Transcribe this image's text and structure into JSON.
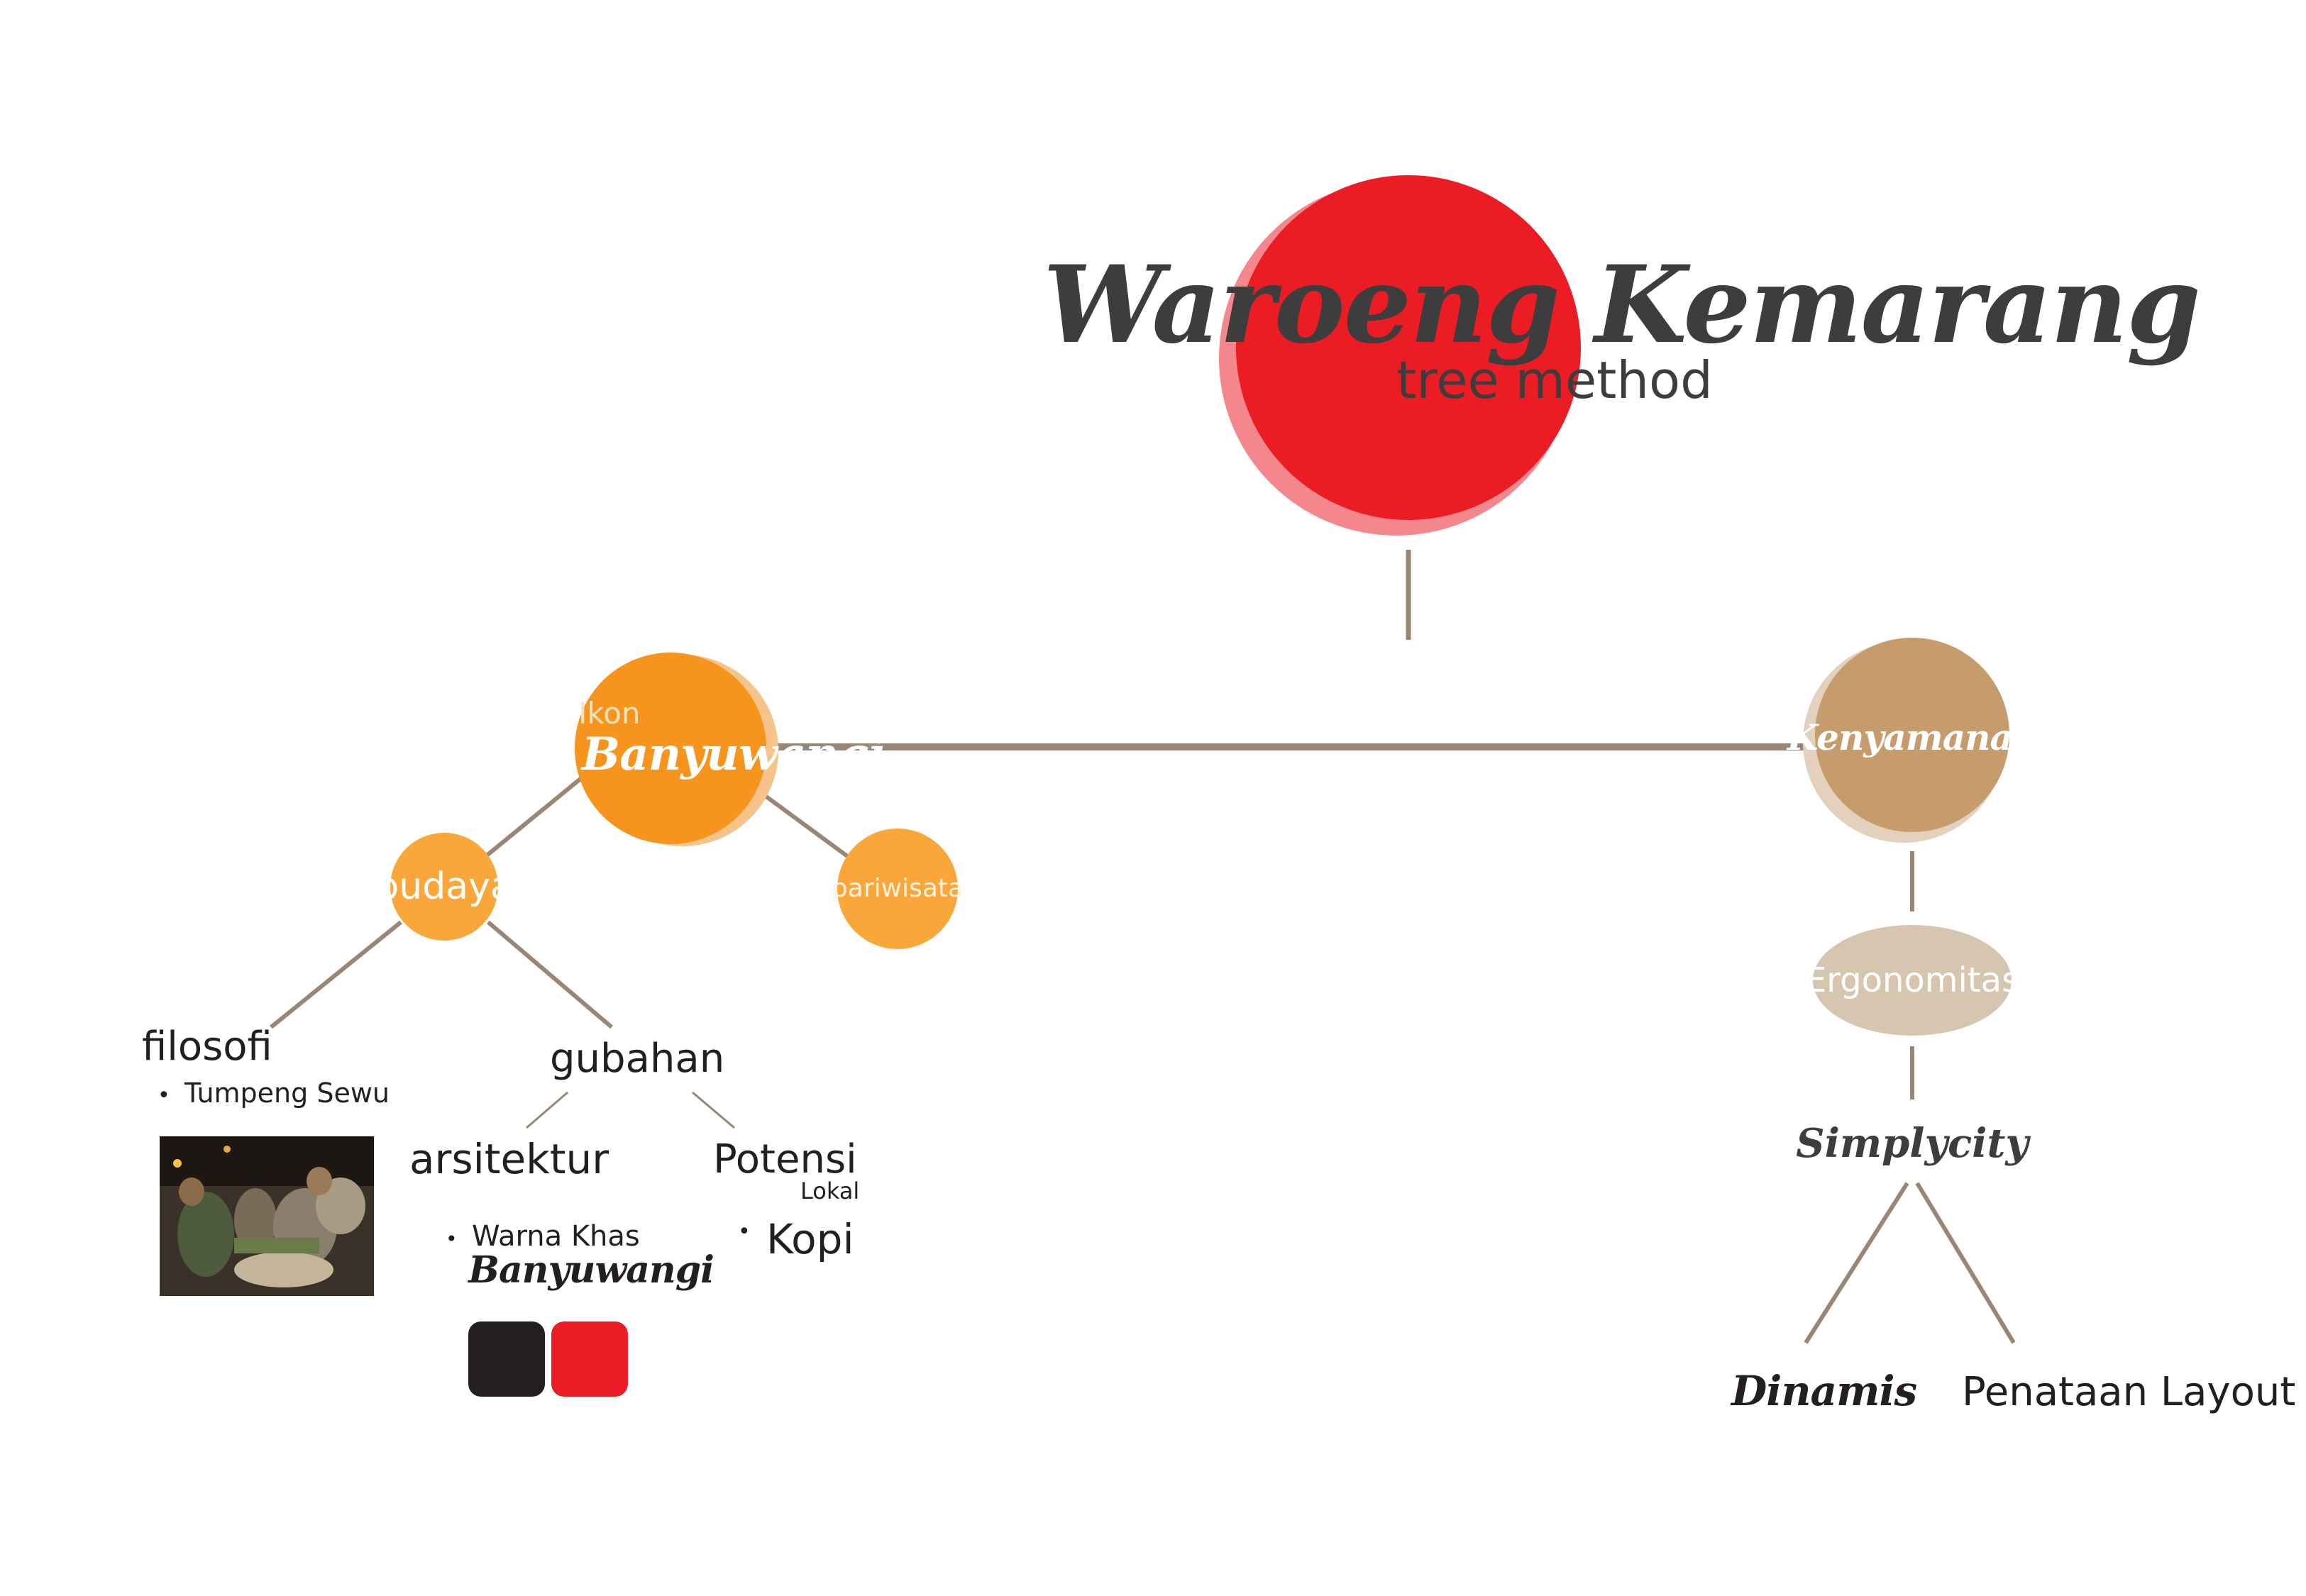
{
  "title": {
    "main": "Waroeng Kemarang",
    "sub": "tree method"
  },
  "nodes": {
    "ikon_small": "Ikon",
    "ikon_main": "Banyuwangi",
    "budaya": "budaya",
    "pariwisata": "pariwisata",
    "kenyamanan": "Kenyamanan",
    "ergonomitas": "Ergonomitas",
    "simplicity": "Simplycity"
  },
  "leaves": {
    "filosofi": "filosofi",
    "tumpeng_bullet": "•",
    "tumpeng": "Tumpeng Sewu",
    "gubahan": "gubahan",
    "arsitektur": "arsitektur",
    "warna_bullet": "•",
    "warna_khas": "Warna Khas",
    "warna_banyuwangi": "Banyuwangi",
    "potensi": "Potensi",
    "lokal": "Lokal",
    "kopi_bullet": "•",
    "kopi": "Kopi",
    "dinamis": "Dinamis",
    "penataan": "Penataan Layout"
  },
  "colors": {
    "title_red": "#ec1c24",
    "title_red_shadow": "#f4868d",
    "orange_main": "#f7941d",
    "orange_light": "#f9a73b",
    "orange_shadow": "#f6c48a",
    "tan_main": "#c69c6d",
    "tan_shadow": "#e3d1bd",
    "ergonomitas_fill": "#d6c6af",
    "line": "#998675",
    "swatch_black": "#231f20",
    "swatch_red": "#ec1c24",
    "text_dark": "#231f20"
  },
  "swatches": [
    "#231f20",
    "#ec1c24"
  ]
}
